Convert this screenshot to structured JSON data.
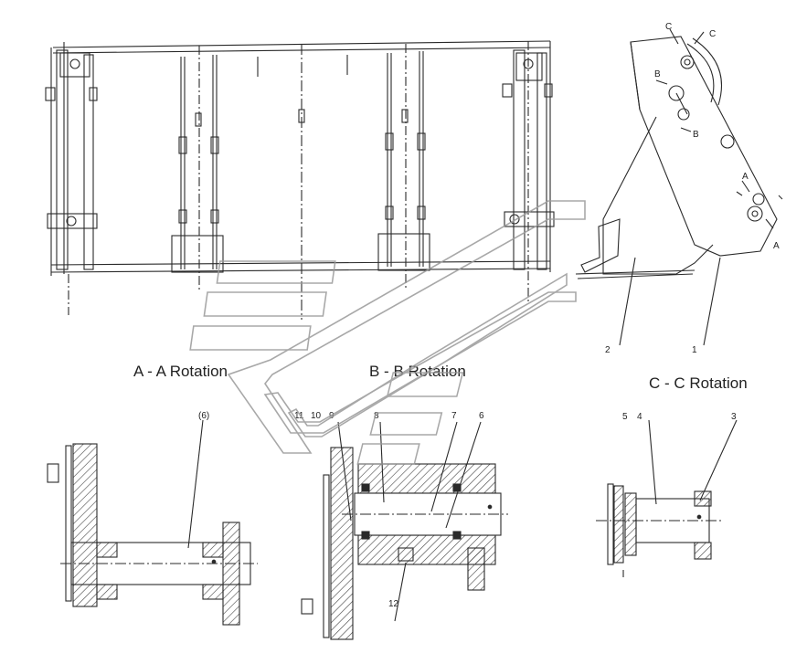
{
  "section_titles": {
    "aa": "A - A Rotation",
    "bb": "B - B Rotation",
    "cc": "C - C Rotation"
  },
  "view_markers": {
    "c_top_left": "C",
    "c_top_right": "C",
    "b_upper": "B",
    "b_lower": "B",
    "a_upper": "A",
    "a_lower": "A"
  },
  "part_numbers": {
    "side_view_1": "1",
    "side_view_2": "2",
    "aa_6": "(6)",
    "bb_11": "11",
    "bb_10": "10",
    "bb_9": "9",
    "bb_8": "8",
    "bb_7": "7",
    "bb_6": "6",
    "bb_12": "12",
    "cc_5": "5",
    "cc_4": "4",
    "cc_3": "3"
  },
  "colors": {
    "line": "#2a2a2a",
    "hatch": "#444444",
    "watermark": "#9a9a9a"
  }
}
